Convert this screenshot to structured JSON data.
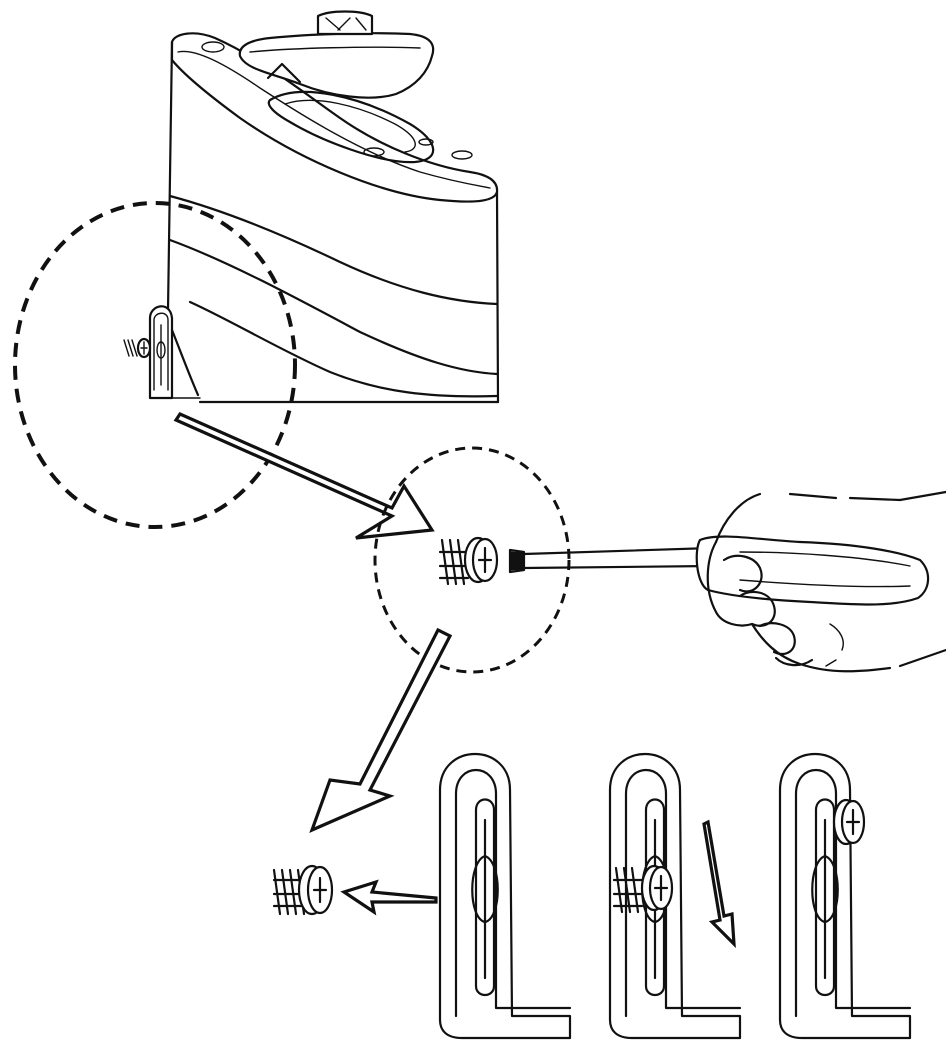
{
  "figure": {
    "components": [
      {
        "name": "base-unit",
        "icon": "base-station-icon"
      },
      {
        "name": "wall-bracket",
        "icon": "bracket-icon"
      },
      {
        "name": "screw",
        "icon": "screw-icon"
      },
      {
        "name": "screwdriver",
        "icon": "screwdriver-icon"
      },
      {
        "name": "hand",
        "icon": "hand-icon"
      }
    ],
    "steps": [
      {
        "name": "remove-screw",
        "icon": "arrow-left-icon"
      },
      {
        "name": "screw-in-slot",
        "icon": "arrow-down-icon"
      },
      {
        "name": "screw-at-top-of-slot",
        "icon": "screw-icon"
      }
    ],
    "colors": {
      "line": "#111111",
      "fill": "#ffffff"
    }
  }
}
